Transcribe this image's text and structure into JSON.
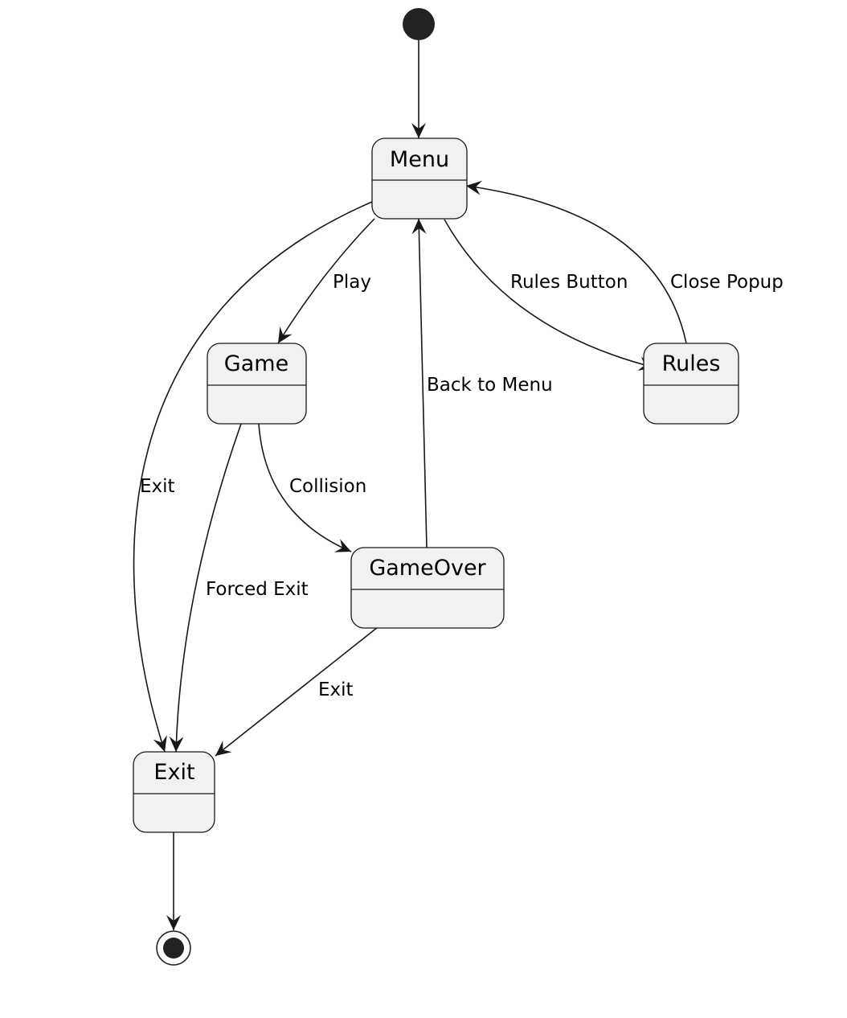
{
  "colors": {
    "state_fill": "#f1f1f1",
    "line": "#181818",
    "pseudo": "#222222",
    "background": "#ffffff"
  },
  "states": {
    "menu": "Menu",
    "game": "Game",
    "rules": "Rules",
    "gameover": "GameOver",
    "exit": "Exit"
  },
  "transitions": {
    "start_to_menu": "",
    "menu_to_game": "Play",
    "menu_to_rules": "Rules Button",
    "rules_to_menu": "Close Popup",
    "gameover_to_menu": "Back to Menu",
    "menu_to_exit": "Exit",
    "game_to_gameover": "Collision",
    "game_to_exit": "Forced Exit",
    "gameover_to_exit": "Exit",
    "exit_to_end": ""
  }
}
